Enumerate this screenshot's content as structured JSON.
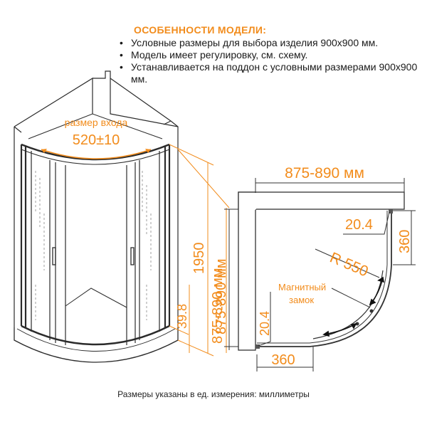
{
  "features": {
    "title": "ОСОБЕННОСТИ МОДЕЛИ:",
    "items": [
      "Условные размеры для выбора изделия 900х900 мм.",
      "Модель имеет регулировку, см. схему.",
      "Устанавливается на поддон с условными размерами 900х900 мм."
    ]
  },
  "front_view": {
    "entrance_label": "размер входа",
    "entrance_value": "520±10",
    "height_value": "1950",
    "width_range": "875-890 мм",
    "tray_height": "39.8"
  },
  "top_view": {
    "wall_width": "875-890 мм",
    "gap_right": "20.4",
    "side_right": "360",
    "radius": "R 550",
    "magnet_label_line1": "Магнитный",
    "magnet_label_line2": "замок",
    "gap_bottom": "20.4",
    "side_bottom": "360",
    "side_height": "875-890 мм"
  },
  "footnote": "Размеры указаны в ед. измерения: миллиметры",
  "colors": {
    "accent": "#f28c1c",
    "line": "#333333"
  }
}
